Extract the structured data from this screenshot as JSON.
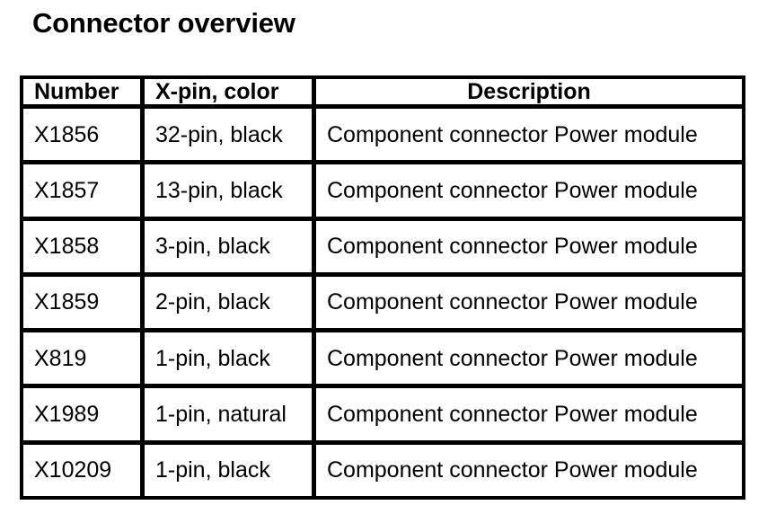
{
  "title": "Connector overview",
  "table": {
    "headers": [
      "Number",
      "X-pin, color",
      "Description"
    ],
    "rows": [
      [
        "X1856",
        "32-pin, black",
        "Component connector Power module"
      ],
      [
        "X1857",
        "13-pin, black",
        "Component connector Power module"
      ],
      [
        "X1858",
        "3-pin, black",
        "Component connector Power module"
      ],
      [
        "X1859",
        "2-pin, black",
        "Component connector Power module"
      ],
      [
        "X819",
        "1-pin, black",
        "Component connector Power module"
      ],
      [
        "X1989",
        "1-pin, natural",
        "Component connector Power module"
      ],
      [
        "X10209",
        "1-pin, black",
        "Component connector Power module"
      ]
    ]
  }
}
